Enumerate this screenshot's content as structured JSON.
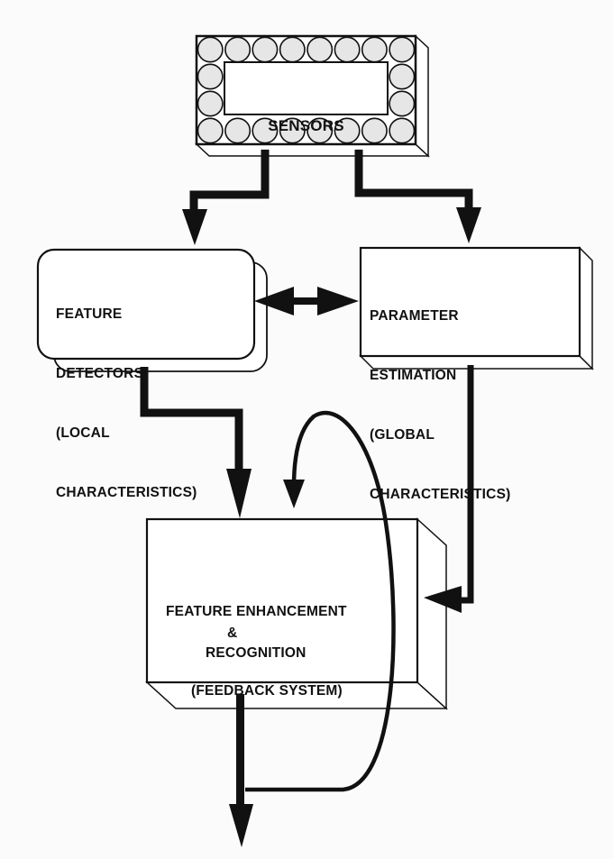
{
  "sensors": {
    "label": "SENSORS"
  },
  "feature_detectors": {
    "lines": [
      "FEATURE",
      "DETECTORS",
      "(LOCAL",
      "CHARACTERISTICS)"
    ]
  },
  "parameter_estimation": {
    "lines": [
      "PARAMETER",
      "ESTIMATION",
      "(GLOBAL",
      "CHARACTERISTICS)"
    ]
  },
  "feature_enhancement": {
    "lines": [
      "FEATURE ENHANCEMENT",
      "&",
      "RECOGNITION",
      "(FEEDBACK SYSTEM)"
    ]
  },
  "colors": {
    "ink": "#111111",
    "paper": "#fbfbfb",
    "cell": "#e6e6e6"
  }
}
